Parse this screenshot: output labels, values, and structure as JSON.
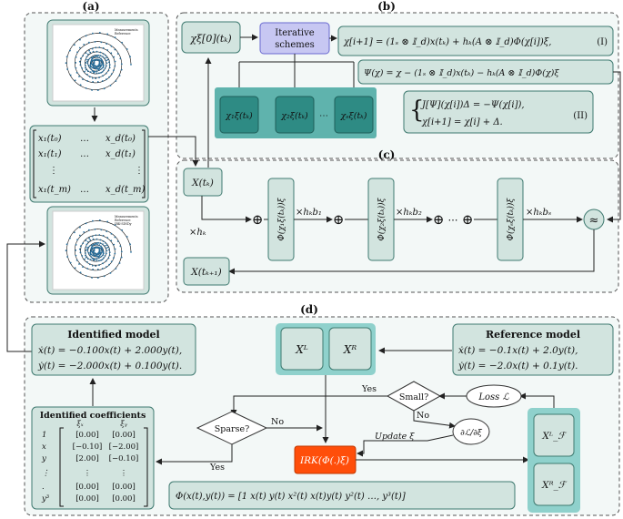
{
  "panel_labels": {
    "a": "(a)",
    "b": "(b)",
    "c": "(c)",
    "d": "(d)"
  },
  "plots": {
    "top_legend": [
      "Measurements",
      "Reference"
    ],
    "bottom_legend": [
      "Measurements",
      "Reference",
      "IRK-SINDy"
    ]
  },
  "data_matrix": {
    "rows": [
      [
        "x₁(t₀)",
        "…",
        "x_d(t₀)"
      ],
      [
        "x₁(t₁)",
        "…",
        "x_d(t₁)"
      ],
      [
        "⋮",
        "",
        "⋮"
      ],
      [
        "x₁(t_m)",
        "…",
        "x_d(t_m)"
      ]
    ]
  },
  "panel_b": {
    "chi0_label": "χξ[0](tₖ)",
    "iterative_schemes": [
      "Iterative",
      "schemes"
    ],
    "eq1": "χ[i+1] = (1ₛ ⊗ 𝕀_d)x(tₖ) + hₖ(A ⊗ 𝕀_d)Φ(χ[i])ξ,",
    "eq1_tag": "(I)",
    "eq_psi": "Ψ(χ) = χ − (1ₛ ⊗ 𝕀_d)x(tₖ) − hₖ(A ⊗ 𝕀_d)Φ(χ)ξ",
    "eq2_line1": "J[Ψ](χ[i])Δ = −Ψ(χ[i]),",
    "eq2_line2": "χ[i+1] = χ[i] + Δ.",
    "eq2_tag": "(II)",
    "chi_boxes": [
      "χ₁ξ(tₖ)",
      "χ₂ξ(tₖ)",
      "⋯",
      "χₛξ(tₖ)"
    ]
  },
  "panel_c": {
    "x_tk": "X(tₖ)",
    "x_tk1": "X(tₖ₊₁)",
    "times_hk": "×hₖ",
    "phi_boxes": [
      "Φ(χ₁ξ(tₖ))ξ",
      "Φ(χ₂ξ(tₖ))ξ",
      "Φ(χₛξ(tₖ))ξ"
    ],
    "weights": [
      "×hₖb₁",
      "×hₖb₂",
      "×hₖbₛ"
    ],
    "plus": "⊕",
    "dots": "⋯",
    "approx": "≈"
  },
  "panel_d": {
    "identified_title": "Identified model",
    "identified_eq1": "ẋ(t) = −0.100x(t) + 2.000y(t),",
    "identified_eq2": "ẏ(t) = −2.000x(t) + 0.100y(t).",
    "reference_title": "Reference model",
    "reference_eq1": "ẋ(t) = −0.1x(t) + 2.0y(t),",
    "reference_eq2": "ẏ(t) = −2.0x(t) + 0.1y(t).",
    "coeff_title": "Identified coefficients",
    "coeff_headers": [
      "ξₓ",
      "ξᵧ"
    ],
    "coeff_rows": [
      {
        "term": "1",
        "xi_x": "[0.00]",
        "xi_y": "[0.00]"
      },
      {
        "term": "x",
        "xi_x": "[−0.10]",
        "xi_y": "[−2.00]"
      },
      {
        "term": "y",
        "xi_x": "[2.00]",
        "xi_y": "[−0.10]"
      },
      {
        "term": "⋮",
        "xi_x": "⋮",
        "xi_y": "⋮"
      },
      {
        "term": ".",
        "xi_x": "[0.00]",
        "xi_y": "[0.00]"
      },
      {
        "term": "y³",
        "xi_x": "[0.00]",
        "xi_y": "[0.00]"
      }
    ],
    "XL": "Xᴸ",
    "XR": "Xᴿ",
    "XL_F": "Xᴸ_ℱ",
    "XR_F": "Xᴿ_ℱ",
    "small_q": "Small?",
    "sparse_q": "Sparse?",
    "loss": "Loss ℒ",
    "grad": "∂ℒ/∂ξ",
    "update": "Update ξ",
    "yes": "Yes",
    "no": "No",
    "irk": "IRK(Φ(.)ξ)",
    "library": "Φ(x(t),y(t)) = [1   x(t)   y(t)   x²(t)   x(t)y(t)   y²(t)   …,   y³(t)]"
  },
  "colors": {
    "box_fill": "#d2e4df",
    "box_stroke": "#3f7a70",
    "panel_fill": "#f3f8f7",
    "teal_dark": "#2e8b84",
    "teal_bg": "#5fb3ad",
    "teal_highlight": "#8fd1cc",
    "purple_fill": "#c7c7f2",
    "purple_stroke": "#6a6ad0",
    "irk_red": "#ff4e0a",
    "plot_dots": "#2a6f9b",
    "arrow": "#222222"
  }
}
